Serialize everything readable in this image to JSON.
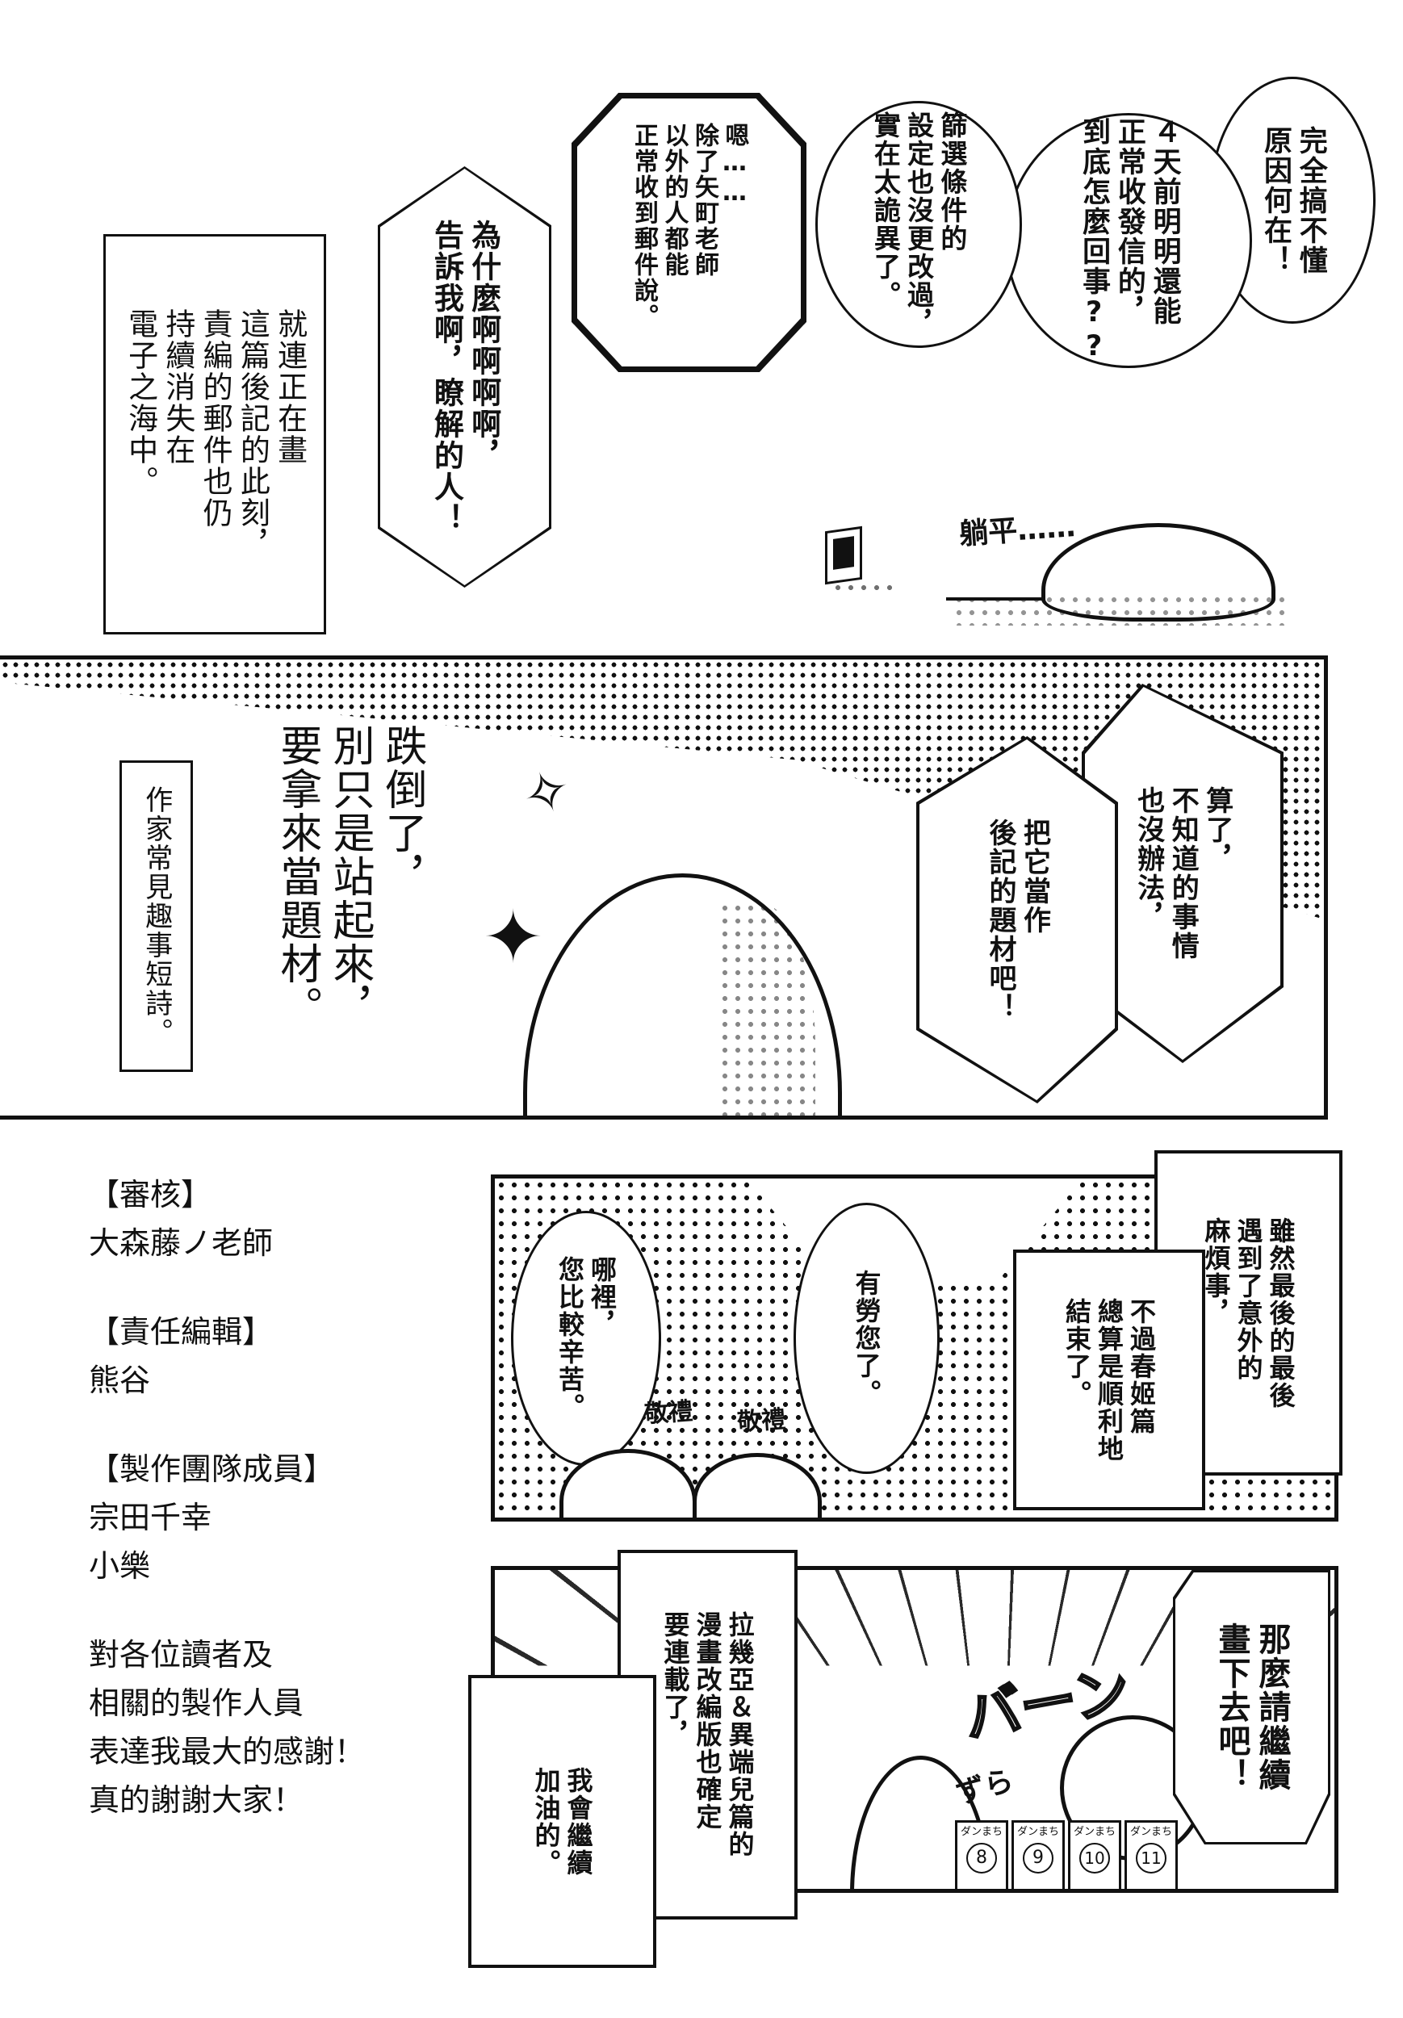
{
  "page": {
    "type": "manga-afterword",
    "language": "zh-Hant"
  },
  "top_section": {
    "bubble_confused": "完全搞不懂\n原因何在！",
    "bubble_four_days": "４天前明明還能\n正常收發信的，\n到底怎麼回事??",
    "bubble_filter": "篩選條件的\n設定也沒更改過，\n實在太詭異了。",
    "phone_box": "嗯……\n除了矢町老師\n以外的人都能\n正常收到郵件說。",
    "shout_box": "為什麼啊啊啊啊，\n告訴我啊，瞭解的人！",
    "narration_box": "就連正在畫\n這篇後記的此刻，\n責編的郵件也仍\n持續消失在\n電子之海中。",
    "sfx_lie_flat": "躺平……"
  },
  "middle_panel": {
    "bubble_give_up": "算了，\n不知道的事情\n也沒辦法，",
    "bubble_topic": "把它當作\n後記的題材吧！",
    "handwritten": "跌倒了，\n別只是站起來，\n要拿來當題材。",
    "caption": "作家常見趣事短詩。"
  },
  "credits": {
    "sections": [
      {
        "heading": "【審核】",
        "names": [
          "大森藤ノ老師"
        ]
      },
      {
        "heading": "【責任編輯】",
        "names": [
          "熊谷"
        ]
      },
      {
        "heading": "【製作團隊成員】",
        "names": [
          "宗田千幸",
          "小樂"
        ]
      }
    ],
    "thanks": [
      "對各位讀者及",
      "相關的製作人員",
      "表達我最大的感謝！",
      "真的謝謝大家！"
    ]
  },
  "bow_panel": {
    "narration_1": "雖然最後的最後\n遇到了意外的\n麻煩事，",
    "narration_2": "不過春姬篇\n總算是順利地\n結束了。",
    "bubble_thanks": "有勞您了。",
    "bubble_reply": "哪裡，\n您比較辛苦。",
    "sfx_bow_1": "敬禮",
    "sfx_bow_2": "敬禮"
  },
  "final_panel": {
    "narration_1": "拉幾亞＆異端兒篇的\n漫畫改編版也確定\n要連載了，",
    "narration_2": "我會繼續\n加油的。",
    "bubble_continue": "那麼請繼續\n畫下去吧！",
    "sfx_bang": "バーン",
    "sfx_zura": "ずら",
    "volume_labels": [
      "ダンまち",
      "ダンまち",
      "ダンまち",
      "ダンまち"
    ],
    "volume_numbers": [
      "8",
      "9",
      "10",
      "11"
    ]
  }
}
